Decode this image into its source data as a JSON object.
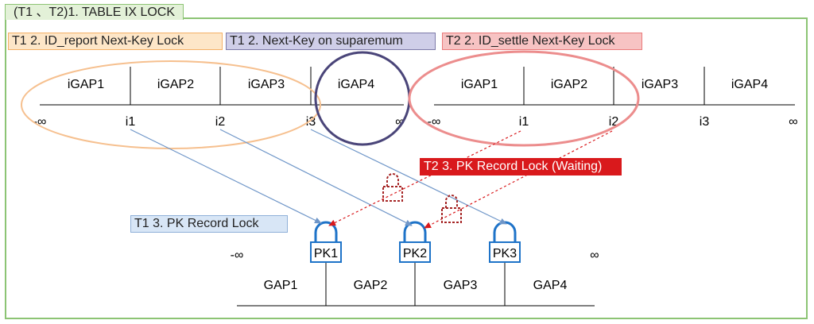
{
  "title": "(T1 、T2)1. TABLE  IX LOCK",
  "labels": {
    "t1_report": "T1 2. ID_report Next-Key Lock",
    "t1_supremum": "T1 2. Next-Key on suparemum",
    "t2_settle": "T2 2. ID_settle Next-Key Lock",
    "t2_pk": "T2 3. PK Record Lock (Waiting)",
    "t1_pk": "T1 3. PK Record Lock"
  },
  "index_report": {
    "gaps": [
      "iGAP1",
      "iGAP2",
      "iGAP3",
      "iGAP4"
    ],
    "points": [
      "-∞",
      "i1",
      "i2",
      "i3",
      "∞"
    ]
  },
  "index_settle": {
    "gaps": [
      "iGAP1",
      "iGAP2",
      "iGAP3",
      "iGAP4"
    ],
    "points": [
      "-∞",
      "i1",
      "i2",
      "i3",
      "∞"
    ]
  },
  "primary_index": {
    "records": [
      "PK1",
      "PK2",
      "PK3"
    ],
    "gaps": [
      "GAP1",
      "GAP2",
      "GAP3",
      "GAP4"
    ],
    "neg_inf": "-∞",
    "pos_inf": "∞"
  },
  "colors": {
    "frame": "#8cc474",
    "t1_report": "#f4b066",
    "t1_supremum": "#4a4579",
    "t2_settle": "#ec8d8d",
    "t2_wait": "#d9191c",
    "t1_arrow": "#6f96c8",
    "lock": "#1e73c8",
    "waiting_lock": "#a52424"
  }
}
